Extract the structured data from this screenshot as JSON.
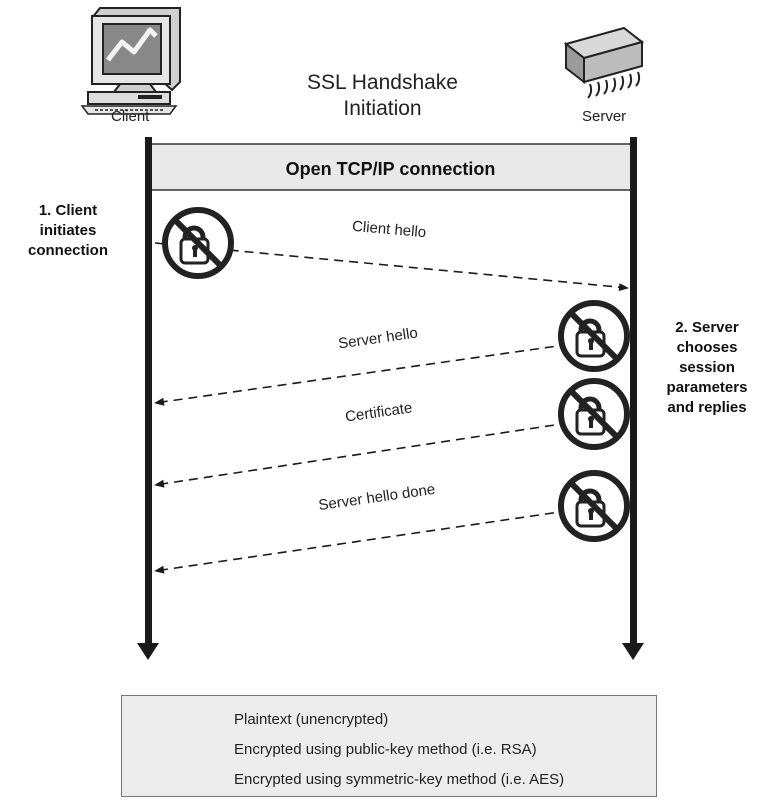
{
  "title": {
    "line1": "SSL Handshake",
    "line2": "Initiation"
  },
  "client": {
    "label": "Client",
    "icon": "computer-icon"
  },
  "server": {
    "label": "Server",
    "icon": "chip-icon"
  },
  "connection_bar": {
    "label": "Open TCP/IP connection"
  },
  "notes": {
    "client": [
      "1. Client",
      "initiates",
      "connection"
    ],
    "server": [
      "2. Server",
      "chooses",
      "session",
      "parameters",
      "and replies"
    ]
  },
  "messages": [
    {
      "label": "Client hello",
      "direction": "client-to-server",
      "style": "plaintext-dashed",
      "icon": "no-lock-icon"
    },
    {
      "label": "Server hello",
      "direction": "server-to-client",
      "style": "plaintext-dashed",
      "icon": "no-lock-icon"
    },
    {
      "label": "Certificate",
      "direction": "server-to-client",
      "style": "plaintext-dashed",
      "icon": "no-lock-icon"
    },
    {
      "label": "Server hello done",
      "direction": "server-to-client",
      "style": "plaintext-dashed",
      "icon": "no-lock-icon"
    }
  ],
  "legend": [
    {
      "style": "dashed",
      "label": "Plaintext (unencrypted)"
    },
    {
      "style": "dotted",
      "label": "Encrypted using public-key method (i.e. RSA)"
    },
    {
      "style": "solid",
      "label": "Encrypted using symmetric-key method (i.e. AES)"
    }
  ],
  "colors": {
    "lifeline": "#1a1a1a",
    "bar_fill": "#e8e8e8",
    "legend_fill": "#ececec",
    "ink": "#222222"
  }
}
